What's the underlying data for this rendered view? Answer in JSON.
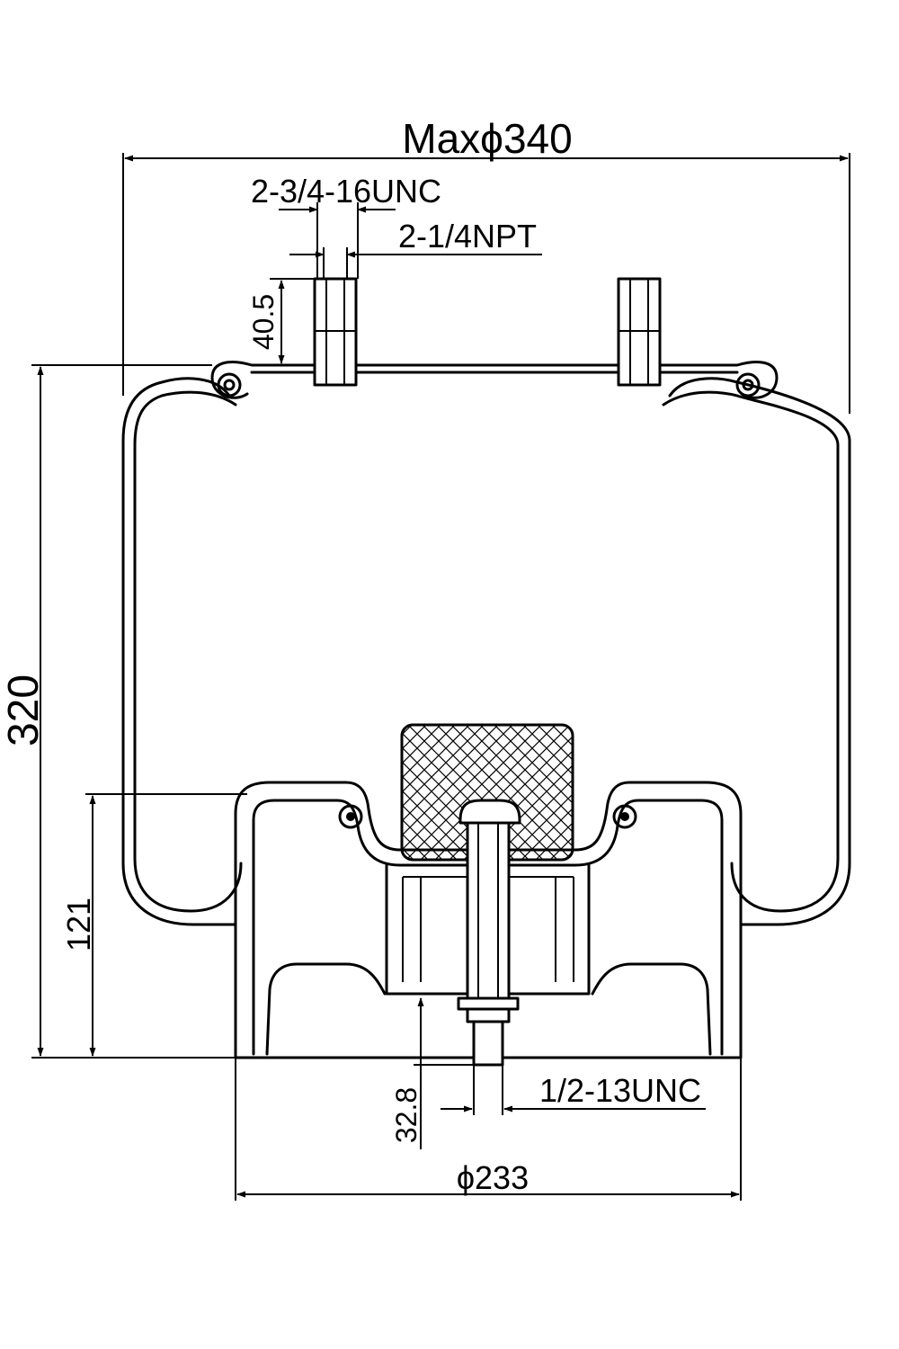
{
  "dimensions": {
    "max_diameter": "Maxϕ340",
    "top_stud_thread": "2-3/4-16UNC",
    "air_inlet": "2-1/4NPT",
    "stud_height": "40.5",
    "overall_height": "320",
    "piston_height": "121",
    "bottom_stud_length": "32.8",
    "bottom_stud_thread": "1/2-13UNC",
    "piston_diameter": "ϕ233"
  }
}
